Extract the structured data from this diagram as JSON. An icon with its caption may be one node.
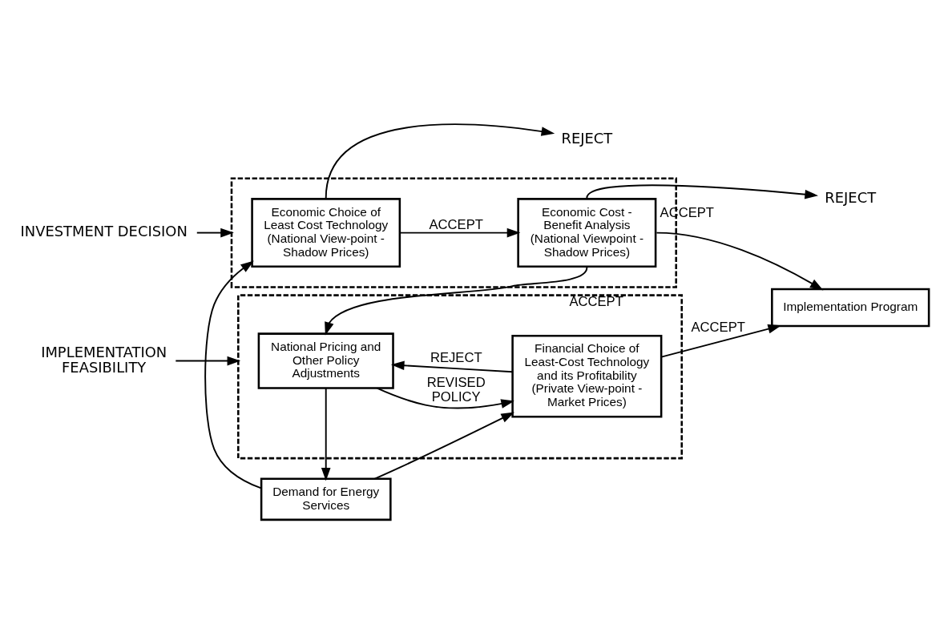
{
  "diagram": {
    "nodes": [
      {
        "text": [
          "INVESTMENT DECISION"
        ]
      },
      {
        "text": [],
        "shape": "box"
      },
      {
        "text": [
          "Economic Choice of Least Cost Technology (National View-point - Shadow Prices)"
        ],
        "in": 1
      },
      {
        "text": [
          "Economic Cost - Benefit Analysis (National Viewpoint - Shadow Prices)"
        ],
        "in": 1
      },
      {
        "text": [
          "REJECT"
        ]
      },
      {
        "text": [
          "REJECT"
        ]
      },
      {
        "text": [
          "Demand for Energy Services"
        ]
      },
      {
        "text": [],
        "shape": "box"
      },
      {
        "text": [
          "National Pricing and Other Policy Adjustments"
        ],
        "in": 7
      },
      {
        "text": [
          "Financial Choice of Least-Cost Technology and its Profitability (Private View-point - Market Prices)"
        ],
        "in": 7
      },
      {
        "text": [
          "Implementation Program"
        ]
      },
      {
        "text": [
          "IMPLEMENTATION FEASIBILITY"
        ]
      }
    ],
    "edges": [
      {
        "from": 0,
        "to": 1,
        "arrow": "to"
      },
      {
        "from": 6,
        "to": 2,
        "arrow": "to"
      },
      {
        "from": 2,
        "to": 4,
        "arrow": "to"
      },
      {
        "from": 2,
        "to": 3,
        "arrow": "to",
        "label": "ACCEPT"
      },
      {
        "from": 3,
        "to": 5,
        "arrow": "to"
      },
      {
        "from": 3,
        "to": 8,
        "arrow": "to",
        "label": "ACCEPT"
      },
      {
        "from": 3,
        "to": 10,
        "arrow": "to",
        "label": "ACCEPT"
      },
      {
        "from": 8,
        "to": 6,
        "arrow": "to"
      },
      {
        "from": 8,
        "to": 9,
        "arrow": "to",
        "label": "REVISED POLICY"
      },
      {
        "from": 9,
        "to": 8,
        "arrow": "to",
        "label": "REJECT"
      },
      {
        "from": 6,
        "to": 9,
        "arrow": "to"
      },
      {
        "from": 9,
        "to": 10,
        "arrow": "to",
        "label": "ACCEPT"
      },
      {
        "from": 11,
        "to": 7,
        "arrow": "to"
      }
    ]
  }
}
